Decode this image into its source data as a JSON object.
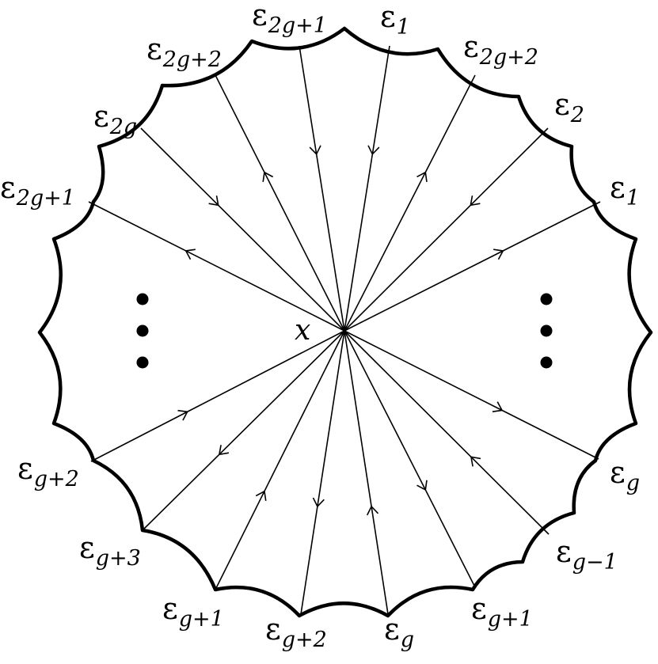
{
  "diagram": {
    "center_label": "x",
    "boundary_labels": [
      {
        "main": "ε",
        "sub": "2g+1"
      },
      {
        "main": "ε",
        "sub": "1"
      },
      {
        "main": "ε",
        "sub": "2g+2"
      },
      {
        "main": "ε",
        "sub": "2"
      },
      {
        "main": "ε",
        "sub": "1"
      },
      {
        "main": "ε",
        "sub": "g"
      },
      {
        "main": "ε",
        "sub": "g−1"
      },
      {
        "main": "ε",
        "sub": "g+1"
      },
      {
        "main": "ε",
        "sub": "g"
      },
      {
        "main": "ε",
        "sub": "g+2"
      },
      {
        "main": "ε",
        "sub": "g+1"
      },
      {
        "main": "ε",
        "sub": "g+3"
      },
      {
        "main": "ε",
        "sub": "g+2"
      },
      {
        "main": "ε",
        "sub": "2g+1"
      },
      {
        "main": "ε",
        "sub": "2g"
      },
      {
        "main": "ε",
        "sub": "2g+2"
      }
    ],
    "ellipsis_marks": [
      "right-ellipsis",
      "left-ellipsis"
    ]
  }
}
